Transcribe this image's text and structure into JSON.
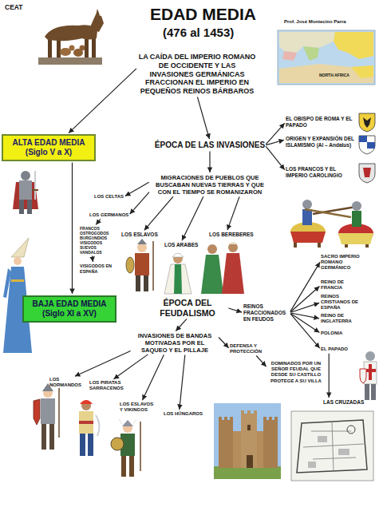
{
  "diagram": {
    "title": "EDAD MEDIA",
    "nodes": [
      {
        "text": [
          "LA CAÍDA DEL IMPERIO ROMANO DE OCCIDENTE Y LAS INVASIONES GERMÁNICAS FRACCIONAN EL IMPERIO EN PEQUEÑOS REINOS BÁRBAROS"
        ]
      },
      {
        "text": [
          "ALTA EDAD MEDIA (Siglo V a X)"
        ]
      },
      {
        "text": [
          "ÉPOCA DE LAS INVASIONES"
        ]
      },
      {
        "text": [
          "EL OBISPO DE ROMA Y EL PAPADO"
        ]
      },
      {
        "text": [
          "ORIGEN Y EXPANSIÓN DEL ISLAMISMO (Al – Andalus)"
        ]
      },
      {
        "text": [
          "LOS FRANCOS Y EL IMPERIO CAROLINGIO"
        ]
      },
      {
        "text": [
          "MIGRACIONES DE PUEBLOS QUE BUSCABAN NUEVAS TIERRAS Y QUE CON EL TIEMPO SE ROMANIZARON"
        ]
      },
      {
        "text": [
          "LOS CELTAS"
        ]
      },
      {
        "text": [
          "LOS GERMANOS"
        ]
      },
      {
        "text": [
          "FRANCOS OSTROGODOS BURGUNDIOS VISIGODOS SUEVOS VANDALOS"
        ]
      },
      {
        "text": [
          "VISIGODOS EN ESPAÑA"
        ]
      },
      {
        "text": [
          "LOS ESLAVOS"
        ]
      },
      {
        "text": [
          "LOS ARABES"
        ]
      },
      {
        "text": [
          "LOS BEREBERES"
        ]
      },
      {
        "text": [
          "BAJA EDAD MEDIA (Siglo XI a XV)"
        ]
      },
      {
        "text": [
          "ÉPOCA DEL FEUDALISMO"
        ]
      },
      {
        "text": [
          "REINOS FRACCIONADOS EN FEUDOS"
        ]
      },
      {
        "text": [
          "SACRO IMPERIO ROMANO GERMÁNICO"
        ]
      },
      {
        "text": [
          "REINO DE FRANCIA"
        ]
      },
      {
        "text": [
          "REINOS CRISTIANOS DE ESPAÑA"
        ]
      },
      {
        "text": [
          "REINO DE INGLATERRA"
        ]
      },
      {
        "text": [
          "POLONIA"
        ]
      },
      {
        "text": [
          "EL PAPADO"
        ]
      },
      {
        "text": [
          "LAS CRUZADAS"
        ]
      },
      {
        "text": [
          "INVASIONES DE BANDAS MOTIVADAS POR EL SAQUEO Y EL PILLAJE"
        ]
      },
      {
        "text": [
          "LOS NORMANDOS"
        ]
      },
      {
        "text": [
          "LOS PIRATAS SARRACENOS"
        ]
      },
      {
        "text": [
          "LOS ESLAVOS Y VIKINGOS"
        ]
      },
      {
        "text": [
          "LOS HÚNGAROS"
        ]
      },
      {
        "text": [
          "DEFENSA Y PROTECCIÓN"
        ]
      },
      {
        "text": [
          "DOMINADOS POR UN SEÑOR FEUDAL QUE DESDE SU CASTILLO PROTEGE A SU VILLA"
        ]
      }
    ],
    "edges": [
      {
        "from": 0,
        "to": 2,
        "arrow": "to"
      },
      {
        "from": 0,
        "to": 1,
        "arrow": "to"
      },
      {
        "from": 2,
        "to": 3,
        "arrow": "to"
      },
      {
        "from": 2,
        "to": 4,
        "arrow": "to"
      },
      {
        "from": 2,
        "to": 5,
        "arrow": "to"
      },
      {
        "from": 2,
        "to": 6,
        "arrow": "to"
      },
      {
        "from": 6,
        "to": 7,
        "arrow": "to"
      },
      {
        "from": 6,
        "to": 8,
        "arrow": "to"
      },
      {
        "from": 6,
        "to": 11,
        "arrow": "to"
      },
      {
        "from": 6,
        "to": 12,
        "arrow": "to"
      },
      {
        "from": 6,
        "to": 13,
        "arrow": "to"
      },
      {
        "from": 8,
        "to": 9,
        "arrow": "to"
      },
      {
        "from": 9,
        "to": 10,
        "arrow": "to"
      },
      {
        "from": 1,
        "to": 14,
        "arrow": "to"
      },
      {
        "from": 15,
        "to": 16,
        "arrow": "to"
      },
      {
        "from": 16,
        "to": 17,
        "arrow": "to"
      },
      {
        "from": 16,
        "to": 18,
        "arrow": "to"
      },
      {
        "from": 16,
        "to": 19,
        "arrow": "to"
      },
      {
        "from": 16,
        "to": 20,
        "arrow": "to"
      },
      {
        "from": 16,
        "to": 21,
        "arrow": "to"
      },
      {
        "from": 16,
        "to": 22,
        "arrow": "to"
      },
      {
        "from": 22,
        "to": 23,
        "arrow": "to"
      },
      {
        "from": 15,
        "to": 24,
        "arrow": "to"
      },
      {
        "from": 24,
        "to": 25,
        "arrow": "to"
      },
      {
        "from": 24,
        "to": 26,
        "arrow": "to"
      },
      {
        "from": 24,
        "to": 27,
        "arrow": "to"
      },
      {
        "from": 24,
        "to": 28,
        "arrow": "to"
      },
      {
        "from": 24,
        "to": 29,
        "arrow": "to"
      },
      {
        "from": 29,
        "to": 30,
        "arrow": "to"
      }
    ],
    "labels": [
      "CEAT",
      "(476 al 1453)",
      "Prof. José Montecino Parra",
      "NORTH AFRICA"
    ]
  }
}
